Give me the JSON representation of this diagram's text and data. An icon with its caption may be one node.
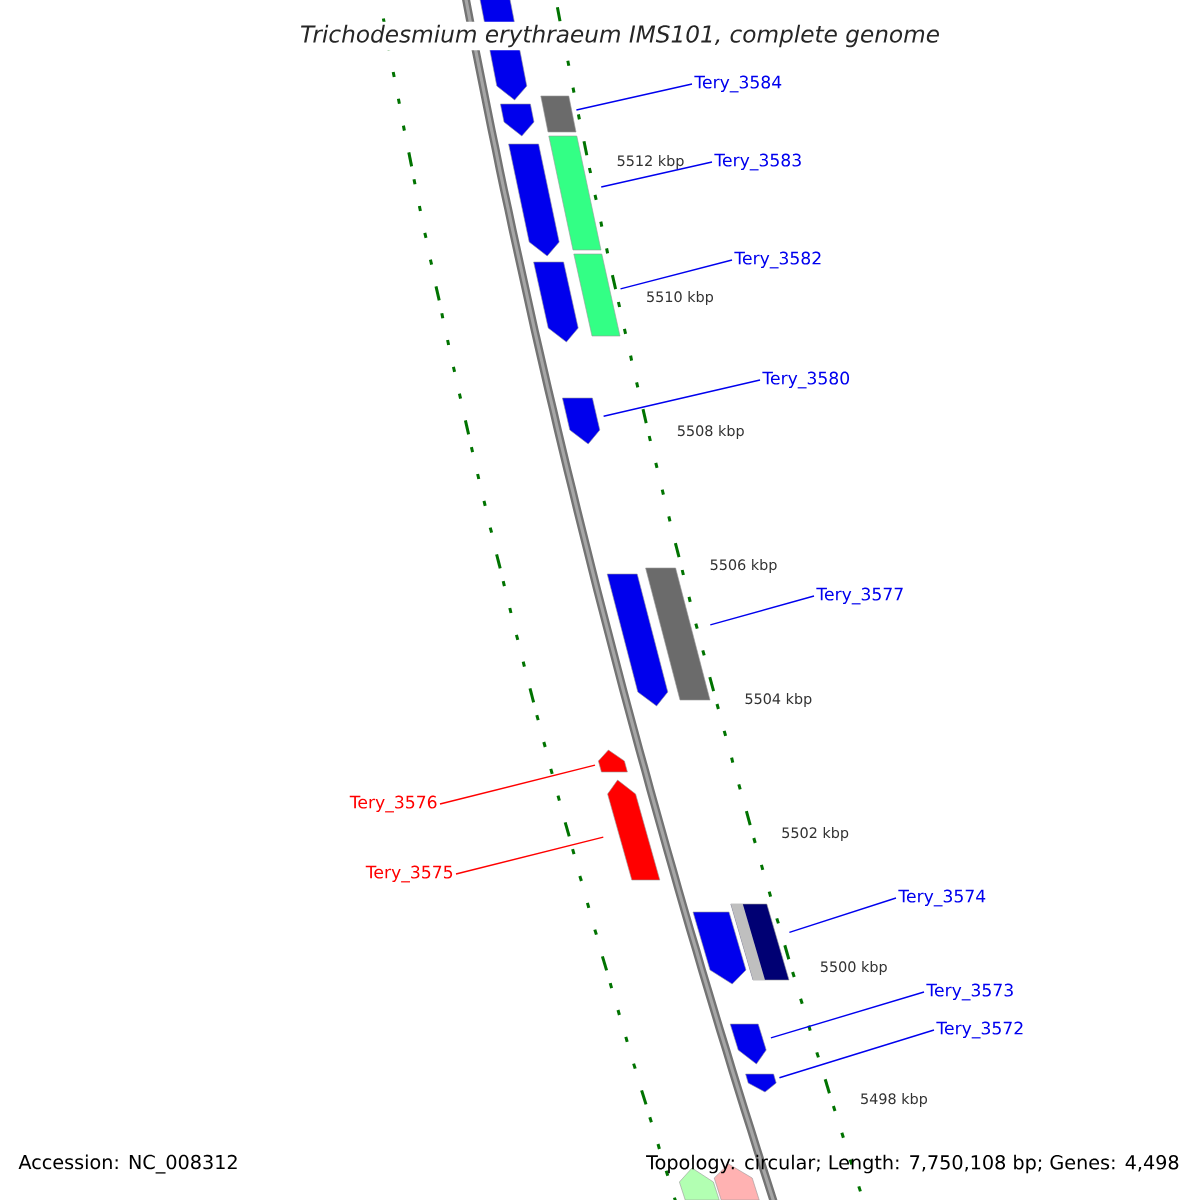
{
  "diagram": {
    "title": "Trichodesmium erythraeum IMS101, complete genome",
    "nodes": [
      {
        "text": [
          "Tery_3584"
        ]
      },
      {
        "text": [],
        "shape": "box"
      },
      {
        "text": [
          "Tery_3583"
        ]
      },
      {
        "text": [],
        "shape": "box"
      },
      {
        "text": [
          "Tery_3582"
        ]
      },
      {
        "text": [],
        "shape": "box"
      },
      {
        "text": [
          "Tery_3580"
        ]
      },
      {
        "text": [],
        "shape": "arrow"
      },
      {
        "text": [
          "Tery_3577"
        ]
      },
      {
        "text": [],
        "shape": "box"
      },
      {
        "text": [
          "Tery_3576"
        ]
      },
      {
        "text": [],
        "shape": "arrow"
      },
      {
        "text": [
          "Tery_3575"
        ]
      },
      {
        "text": [],
        "shape": "arrow"
      },
      {
        "text": [
          "Tery_3574"
        ]
      },
      {
        "text": [],
        "shape": "box"
      },
      {
        "text": [
          "Tery_3573"
        ]
      },
      {
        "text": [],
        "shape": "arrow"
      },
      {
        "text": [
          "Tery_3572"
        ]
      },
      {
        "text": [],
        "shape": "arrow"
      }
    ],
    "edges": [
      {
        "from": 0,
        "to": 1,
        "arrow": "none"
      },
      {
        "from": 2,
        "to": 3,
        "arrow": "none"
      },
      {
        "from": 4,
        "to": 5,
        "arrow": "none"
      },
      {
        "from": 6,
        "to": 7,
        "arrow": "none"
      },
      {
        "from": 8,
        "to": 9,
        "arrow": "none"
      },
      {
        "from": 10,
        "to": 11,
        "arrow": "none",
        "color": "#ff0000"
      },
      {
        "from": 12,
        "to": 13,
        "arrow": "none",
        "color": "#ff0000"
      },
      {
        "from": 14,
        "to": 15,
        "arrow": "none"
      },
      {
        "from": 16,
        "to": 17,
        "arrow": "none"
      },
      {
        "from": 18,
        "to": 19,
        "arrow": "none"
      }
    ],
    "labels": [
      "5512 kbp",
      "5510 kbp",
      "5508 kbp",
      "5506 kbp",
      "5504 kbp",
      "5502 kbp",
      "5500 kbp",
      "5498 kbp",
      "Accession: NC_008312",
      "Topology: circular; Length: 7,750,108 bp; Genes: 4,498"
    ]
  }
}
